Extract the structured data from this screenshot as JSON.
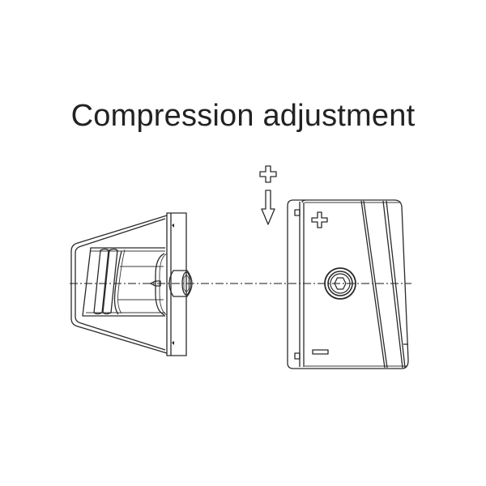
{
  "diagram": {
    "title": "Compression adjustment",
    "symbols": {
      "increase_label": "+",
      "direction": "down-arrow",
      "plus_mark": "+",
      "minus_mark": "−"
    },
    "parts": [
      {
        "name": "mounting-block-side-view",
        "description": "tapered housing with hex socket screw, side view"
      },
      {
        "name": "keeper-front-view",
        "description": "keeper plate with central hex adjustment screw, + at top, − at bottom"
      }
    ],
    "colors": {
      "line": "#2a2a2a",
      "text": "#222222",
      "background": "#ffffff"
    }
  }
}
